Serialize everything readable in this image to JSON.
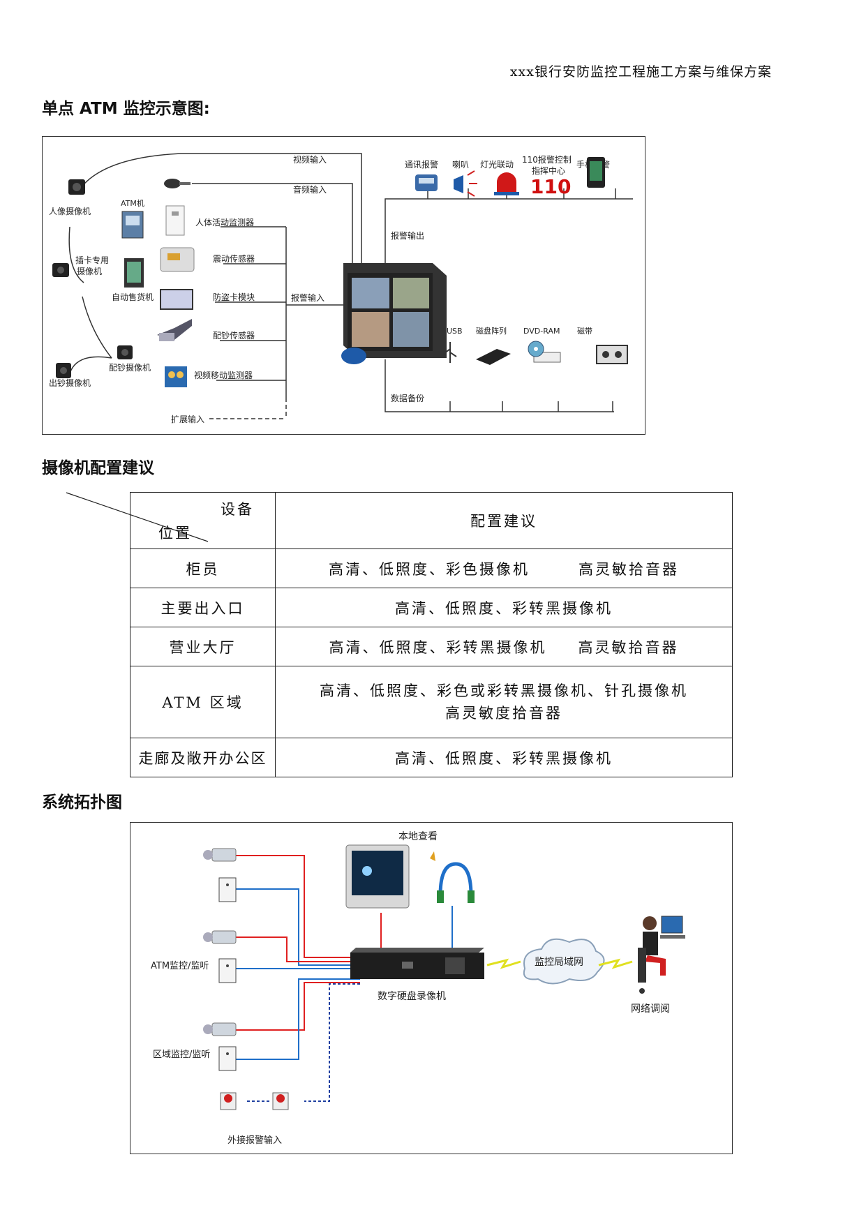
{
  "header": "xxx银行安防监控工程施工方案与维保方案",
  "sections": {
    "atm": "单点 ATM 监控示意图:",
    "camera": "摄像机配置建议",
    "topology": "系统拓扑图"
  },
  "atm_diagram": {
    "left": {
      "face_cam": "人像摄像机",
      "atm": "ATM机",
      "card_cam_1": "插卡专用",
      "card_cam_2": "摄像机",
      "vending": "自动售货机",
      "cash_cam": "配钞摄像机",
      "out_cam": "出钞摄像机"
    },
    "sensors": [
      "人体活动监测器",
      "震动传感器",
      "防盗卡模块",
      "配钞传感器",
      "视频移动监测器"
    ],
    "expand_input": "扩展输入",
    "video_input": "视频输入",
    "audio_input": "音频输入",
    "alarm_input": "报警输入",
    "alarm_output": "报警输出",
    "data_backup": "数据备份",
    "alarms": {
      "comm": "通讯报警",
      "horn": "喇叭",
      "light": "灯光联动",
      "center_1": "110报警控制",
      "center_2": "指挥中心",
      "center_num": "110",
      "mobile": "手机报警"
    },
    "backup": {
      "usb": "USB",
      "disk": "磁盘阵列",
      "dvd": "DVD-RAM",
      "tape": "磁带"
    }
  },
  "table": {
    "header_device": "设备",
    "header_position": "位置",
    "header_advice": "配置建议",
    "rows": [
      {
        "pos": "柜员",
        "a": "高清、低照度、彩色摄像机",
        "b": "高灵敏拾音器"
      },
      {
        "pos": "主要出入口",
        "a": "高清、低照度、彩转黑摄像机",
        "b": ""
      },
      {
        "pos": "营业大厅",
        "a": "高清、低照度、彩转黑摄像机",
        "b": "高灵敏拾音器"
      },
      {
        "pos": "ATM 区域",
        "a": "高清、低照度、彩色或彩转黑摄像机、针孔摄像机",
        "b": "高灵敏度拾音器"
      },
      {
        "pos": "走廊及敞开办公区",
        "a": "高清、低照度、彩转黑摄像机",
        "b": ""
      }
    ]
  },
  "topo": {
    "local_view": "本地查看",
    "atm_monitor": "ATM监控/监听",
    "area_monitor": "区域监控/监听",
    "dvr": "数字硬盘录像机",
    "lan": "监控局域网",
    "remote": "网络调阅",
    "ext_alarm": "外接报警输入"
  },
  "colors": {
    "red_line": "#e02020",
    "blue_line": "#1f6fc9",
    "dashed_line": "#2040a0",
    "number_110": "#d01010"
  }
}
